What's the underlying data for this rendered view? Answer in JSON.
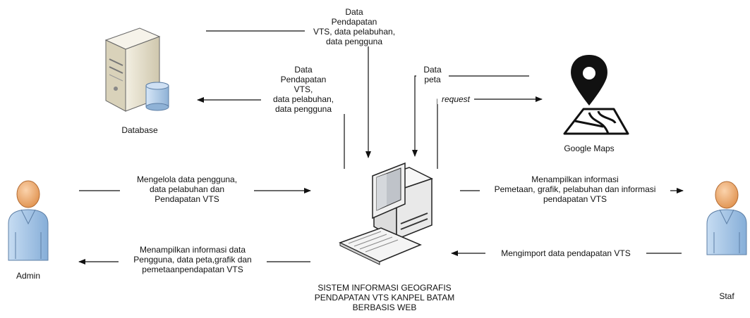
{
  "nodes": {
    "database": "Database",
    "google_maps": "Google Maps",
    "admin": "Admin",
    "staf": "Staf",
    "system": "SISTEM INFORMASI GEOGRAFIS\nPENDAPATAN VTS KANPEL BATAM\nBERBASIS WEB"
  },
  "flows": {
    "db_to_system": "Data\nPendapatan\nVTS, data pelabuhan,\ndata pengguna",
    "system_to_db": "Data\nPendapatan\nVTS,\ndata pelabuhan,\ndata pengguna",
    "maps_to_system": "Data\npeta",
    "system_to_maps": "request",
    "admin_to_system": "Mengelola data pengguna,\ndata pelabuhan dan\nPendapatan VTS",
    "system_to_admin": "Menampilkan informasi data\nPengguna, data peta,grafik dan\npemetaanpendapatan VTS",
    "system_to_staf": "Menampilkan informasi\nPemetaan, grafik, pelabuhan dan informasi\npendapatan VTS",
    "staf_to_system": "Mengimport data pendapatan VTS"
  },
  "icons": {
    "database": "server-database-icon",
    "google_maps": "map-pin-icon",
    "admin": "user-icon",
    "staf": "user-icon",
    "system": "desktop-computer-icon"
  },
  "colors": {
    "line": "#111111",
    "server": "#e9e3cf",
    "cylinder": "#b9d3ee",
    "person_head": "#f2b27a",
    "person_body": "#a9c9ea",
    "computer": "#f2f2f2"
  }
}
